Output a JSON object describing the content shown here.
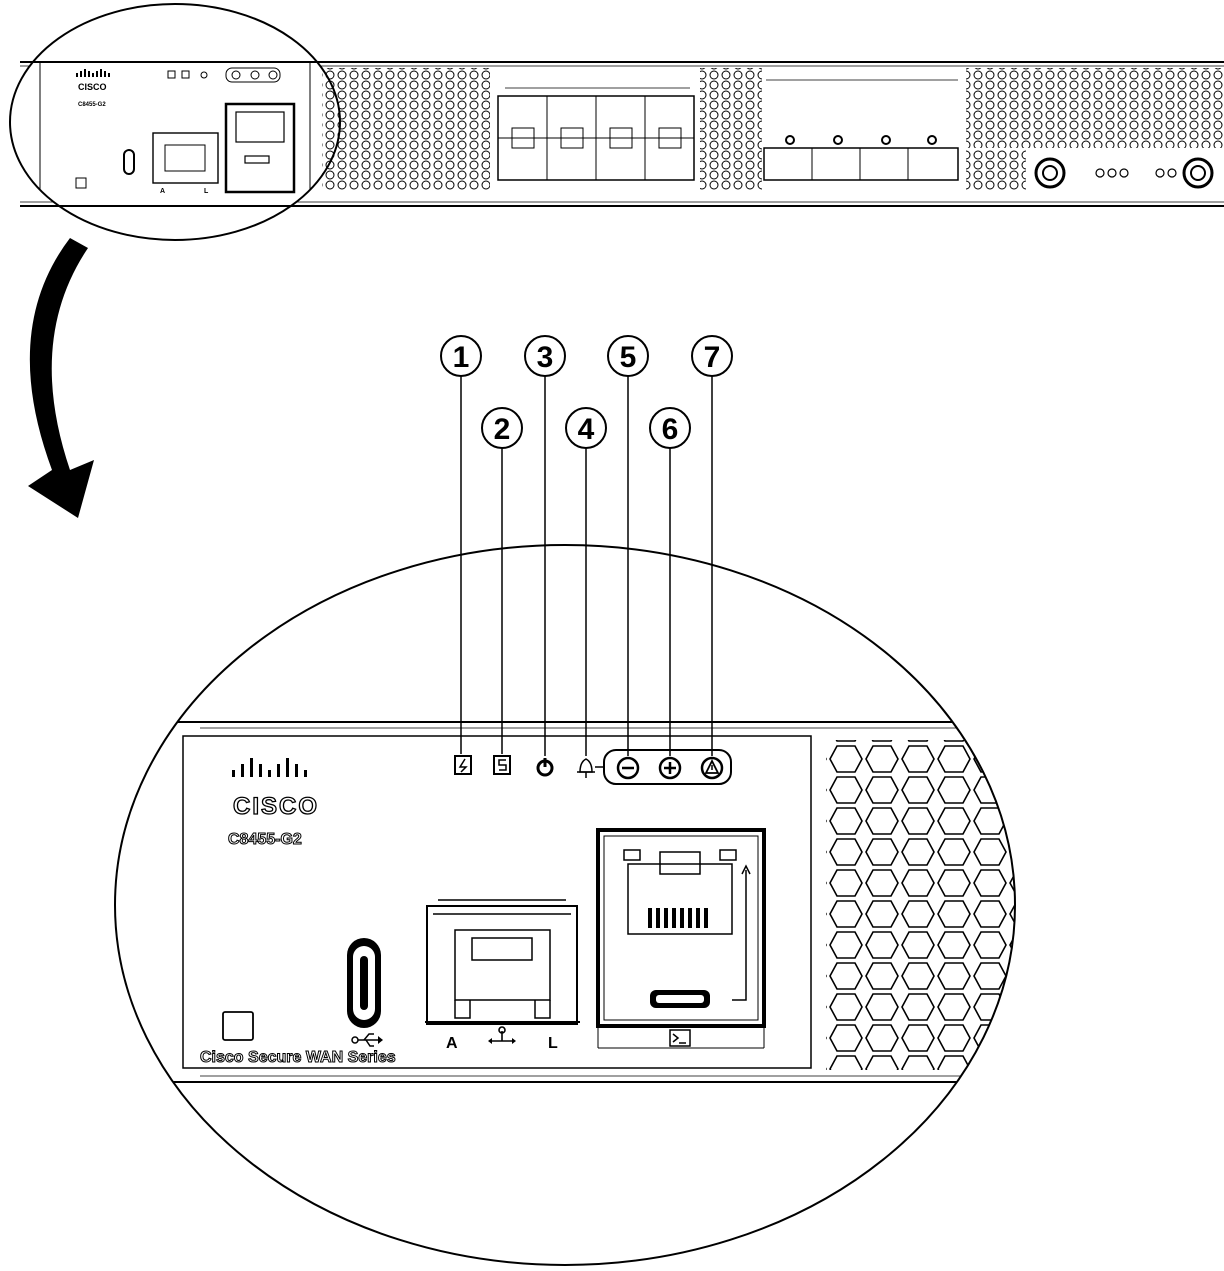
{
  "device": {
    "brand": "CISCO",
    "model": "C8455-G2",
    "series": "Cisco Secure WAN Series"
  },
  "ports": {
    "mgmt_left_label": "A",
    "mgmt_right_label": "L"
  },
  "callouts": [
    "1",
    "2",
    "3",
    "4",
    "5",
    "6",
    "7"
  ],
  "icons": {
    "callout_1": "sd-card-slot-icon",
    "callout_2": "ssd-icon",
    "callout_3": "power-icon",
    "callout_4": "alarm-bell-icon",
    "callout_5": "minus-icon",
    "callout_6": "plus-icon",
    "callout_7": "warning-icon"
  },
  "colors": {
    "line": "#000000",
    "background": "#ffffff",
    "panel_fill": "#ffffff"
  }
}
